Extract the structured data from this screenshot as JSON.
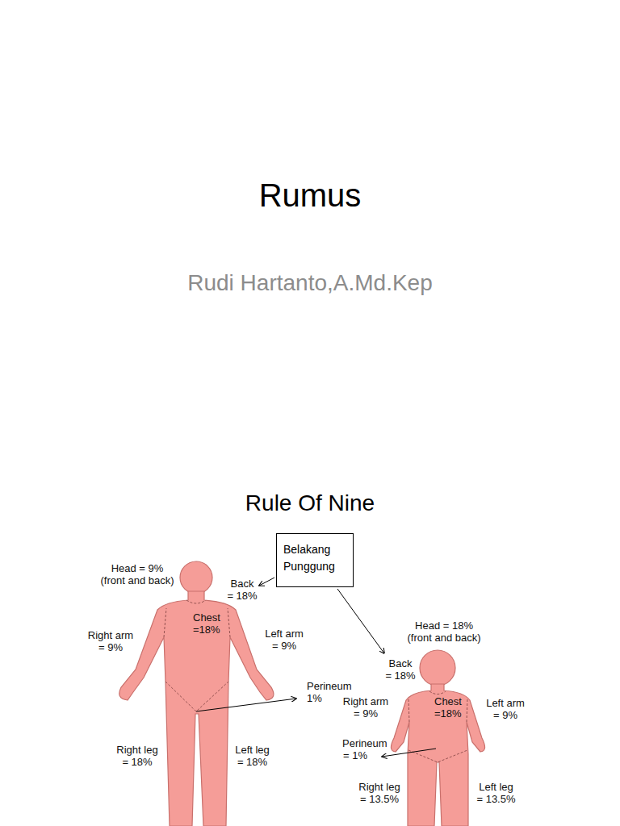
{
  "diagram": {
    "title": "Rumus",
    "nodes": [
      {
        "text": [
          "Belakang Punggung"
        ]
      }
    ],
    "labels": [
      "Rudi Hartanto,A.Md.Kep",
      "Rule Of Nine",
      "Head = 9% (front and back)",
      "Back = 18%",
      "Chest =18%",
      "Right arm = 9%",
      "Left arm = 9%",
      "Perineum 1%",
      "Right leg = 18%",
      "Left leg = 18%",
      "Head = 18% (front and back)",
      "Back = 18%",
      "Right arm = 9%",
      "Chest =18%",
      "Left arm = 9%",
      "Perineum = 1%",
      "Right leg = 13.5%",
      "Left leg = 13.5%"
    ]
  }
}
